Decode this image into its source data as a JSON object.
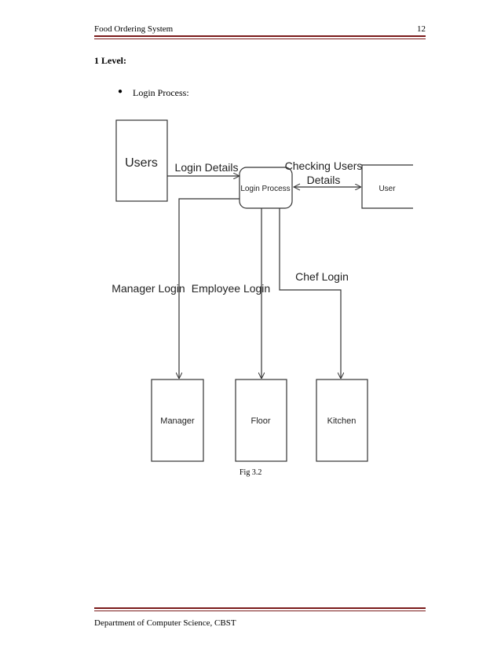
{
  "header": {
    "title": "Food Ordering System",
    "page_number": "12"
  },
  "section": {
    "heading": "1 Level:",
    "bullet": "Login Process:"
  },
  "diagram": {
    "entities": {
      "users": "Users",
      "login_process": "Login Process",
      "user": "User",
      "manager": "Manager",
      "floor": "Floor",
      "kitchen": "Kitchen"
    },
    "flows": {
      "login_details": "Login Details",
      "checking_users_line1": "Checking Users",
      "checking_users_line2": "Details",
      "manager_login": "Manager Login",
      "employee_login": "Employee Login",
      "chef_login": "Chef Login"
    }
  },
  "caption": "Fig 3.2",
  "footer": {
    "text": "Department of Computer Science, CBST"
  },
  "colors": {
    "rule": "#7a1a1a",
    "diagram_stroke": "#333333"
  }
}
